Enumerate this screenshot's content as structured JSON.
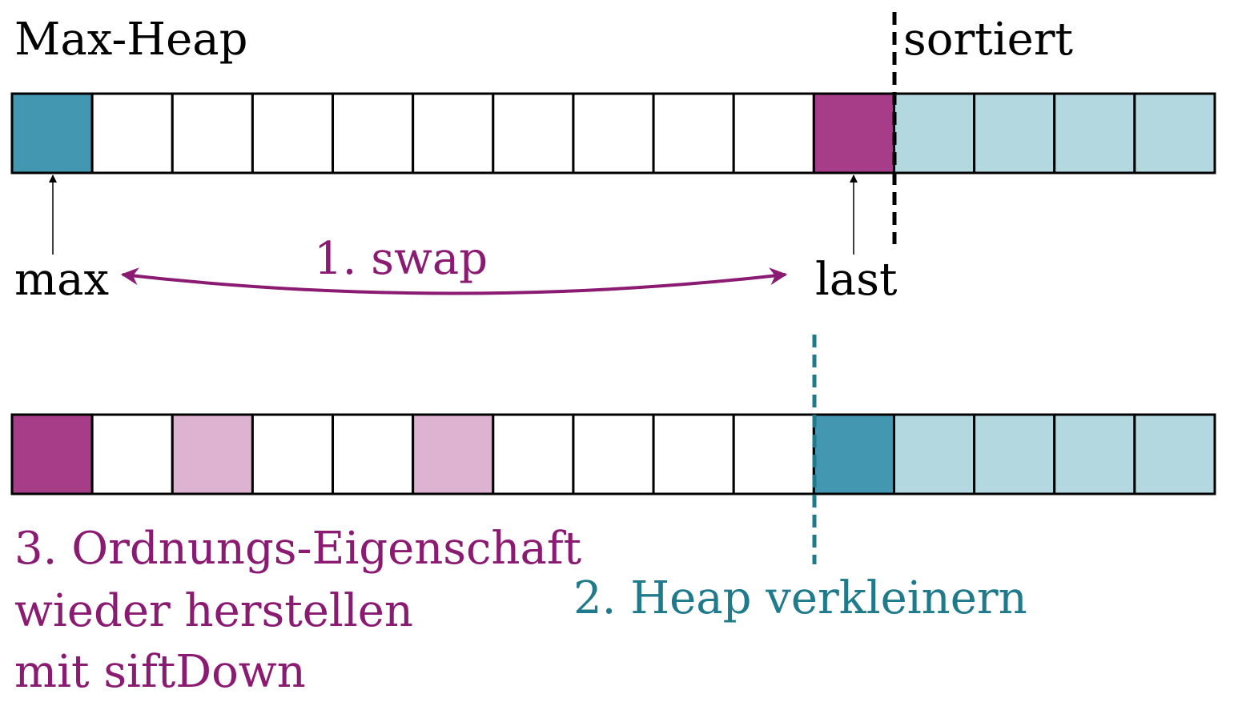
{
  "labels": {
    "heap_title": "Max-Heap",
    "sorted_title": "sortiert",
    "max_label": "max",
    "last_label": "last",
    "step_swap": "1. swap",
    "step_shrink": "2. Heap verkleinern",
    "step_restore_line1": "3. Ordnungs-Eigenschaft",
    "step_restore_line2": "wieder herstellen",
    "step_restore_line3": "mit siftDown"
  },
  "colors": {
    "max_cell": "#4397b0",
    "last_cell": "#a73c88",
    "sorted_cell": "#b3d8df",
    "sift_highlight": "#deb2d1",
    "empty_cell": "#ffffff",
    "swap_accent": "#8b1a72",
    "shrink_accent": "#1f7a8c",
    "outline": "#000000"
  },
  "arrays": {
    "top": {
      "cell_count": 15,
      "cells": [
        "max",
        "empty",
        "empty",
        "empty",
        "empty",
        "empty",
        "empty",
        "empty",
        "empty",
        "empty",
        "last",
        "sorted",
        "sorted",
        "sorted",
        "sorted"
      ],
      "sorted_boundary_index": 11
    },
    "bottom": {
      "cell_count": 15,
      "cells": [
        "last",
        "empty",
        "sift",
        "empty",
        "empty",
        "sift",
        "empty",
        "empty",
        "empty",
        "empty",
        "max",
        "sorted",
        "sorted",
        "sorted",
        "sorted"
      ],
      "heap_boundary_index": 10
    }
  }
}
